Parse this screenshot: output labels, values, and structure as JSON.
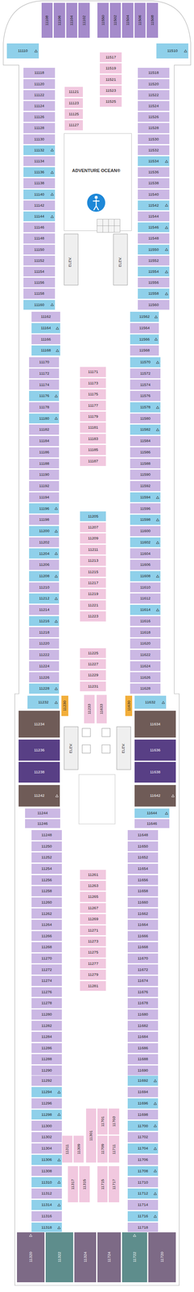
{
  "diagram": {
    "nodes": [
      {
        "text": [
          "11110"
        ]
      },
      {
        "text": [
          "11108"
        ]
      },
      {
        "text": [
          "11106"
        ]
      },
      {
        "text": [
          "11104"
        ]
      },
      {
        "text": [
          "11102"
        ]
      },
      {
        "text": [
          "11550"
        ]
      },
      {
        "text": [
          "11502"
        ]
      },
      {
        "text": [
          "11504"
        ]
      },
      {
        "text": [
          "11506"
        ]
      },
      {
        "text": [
          "11508"
        ]
      },
      {
        "text": [
          "11510"
        ]
      },
      {
        "text": [
          "11118"
        ]
      },
      {
        "text": [
          "11120"
        ]
      },
      {
        "text": [
          "11122"
        ]
      },
      {
        "text": [
          "11124"
        ]
      },
      {
        "text": [
          "11126"
        ]
      },
      {
        "text": [
          "11128"
        ]
      },
      {
        "text": [
          "11130"
        ]
      },
      {
        "text": [
          "11132"
        ]
      },
      {
        "text": [
          "11134"
        ]
      },
      {
        "text": [
          "11136"
        ]
      },
      {
        "text": [
          "11138"
        ]
      },
      {
        "text": [
          "11140"
        ]
      },
      {
        "text": [
          "11142"
        ]
      },
      {
        "text": [
          "11144"
        ]
      },
      {
        "text": [
          "11146"
        ]
      },
      {
        "text": [
          "11148"
        ]
      },
      {
        "text": [
          "11150"
        ]
      },
      {
        "text": [
          "11152"
        ]
      },
      {
        "text": [
          "11154"
        ]
      },
      {
        "text": [
          "11156"
        ]
      },
      {
        "text": [
          "11158"
        ]
      },
      {
        "text": [
          "11160"
        ]
      },
      {
        "text": [
          "11518"
        ]
      },
      {
        "text": [
          "11520"
        ]
      },
      {
        "text": [
          "11522"
        ]
      },
      {
        "text": [
          "11524"
        ]
      },
      {
        "text": [
          "11526"
        ]
      },
      {
        "text": [
          "11528"
        ]
      },
      {
        "text": [
          "11530"
        ]
      },
      {
        "text": [
          "11532"
        ]
      },
      {
        "text": [
          "11534"
        ]
      },
      {
        "text": [
          "11536"
        ]
      },
      {
        "text": [
          "11538"
        ]
      },
      {
        "text": [
          "11540"
        ]
      },
      {
        "text": [
          "11542"
        ]
      },
      {
        "text": [
          "11544"
        ]
      },
      {
        "text": [
          "11546"
        ]
      },
      {
        "text": [
          "11548"
        ]
      },
      {
        "text": [
          "11550"
        ]
      },
      {
        "text": [
          "11552"
        ]
      },
      {
        "text": [
          "11554"
        ]
      },
      {
        "text": [
          "11556"
        ]
      },
      {
        "text": [
          "11558"
        ]
      },
      {
        "text": [
          "11560"
        ]
      },
      {
        "text": [
          "11121"
        ]
      },
      {
        "text": [
          "11123"
        ]
      },
      {
        "text": [
          "11125"
        ]
      },
      {
        "text": [
          "11127"
        ]
      },
      {
        "text": [
          "11517"
        ]
      },
      {
        "text": [
          "11519"
        ]
      },
      {
        "text": [
          "11521"
        ]
      },
      {
        "text": [
          "11523"
        ]
      },
      {
        "text": [
          "11525"
        ]
      },
      {
        "text": [
          "11162"
        ]
      },
      {
        "text": [
          "11164"
        ]
      },
      {
        "text": [
          "11166"
        ]
      },
      {
        "text": [
          "11168"
        ]
      },
      {
        "text": [
          "11562"
        ]
      },
      {
        "text": [
          "11564"
        ]
      },
      {
        "text": [
          "11566"
        ]
      },
      {
        "text": [
          "11568"
        ]
      },
      {
        "text": [
          "11170"
        ]
      },
      {
        "text": [
          "11172"
        ]
      },
      {
        "text": [
          "11174"
        ]
      },
      {
        "text": [
          "11176"
        ]
      },
      {
        "text": [
          "11178"
        ]
      },
      {
        "text": [
          "11180"
        ]
      },
      {
        "text": [
          "11182"
        ]
      },
      {
        "text": [
          "11184"
        ]
      },
      {
        "text": [
          "11186"
        ]
      },
      {
        "text": [
          "11188"
        ]
      },
      {
        "text": [
          "11190"
        ]
      },
      {
        "text": [
          "11192"
        ]
      },
      {
        "text": [
          "11194"
        ]
      },
      {
        "text": [
          "11196"
        ]
      },
      {
        "text": [
          "11198"
        ]
      },
      {
        "text": [
          "11200"
        ]
      },
      {
        "text": [
          "11202"
        ]
      },
      {
        "text": [
          "11204"
        ]
      },
      {
        "text": [
          "11206"
        ]
      },
      {
        "text": [
          "11208"
        ]
      },
      {
        "text": [
          "11210"
        ]
      },
      {
        "text": [
          "11212"
        ]
      },
      {
        "text": [
          "11214"
        ]
      },
      {
        "text": [
          "11216"
        ]
      },
      {
        "text": [
          "11218"
        ]
      },
      {
        "text": [
          "11220"
        ]
      },
      {
        "text": [
          "11222"
        ]
      },
      {
        "text": [
          "11224"
        ]
      },
      {
        "text": [
          "11226"
        ]
      },
      {
        "text": [
          "11228"
        ]
      },
      {
        "text": [
          "11570"
        ]
      },
      {
        "text": [
          "11572"
        ]
      },
      {
        "text": [
          "11574"
        ]
      },
      {
        "text": [
          "11576"
        ]
      },
      {
        "text": [
          "11578"
        ]
      },
      {
        "text": [
          "11580"
        ]
      },
      {
        "text": [
          "11582"
        ]
      },
      {
        "text": [
          "11584"
        ]
      },
      {
        "text": [
          "11586"
        ]
      },
      {
        "text": [
          "11588"
        ]
      },
      {
        "text": [
          "11590"
        ]
      },
      {
        "text": [
          "11592"
        ]
      },
      {
        "text": [
          "11594"
        ]
      },
      {
        "text": [
          "11596"
        ]
      },
      {
        "text": [
          "11598"
        ]
      },
      {
        "text": [
          "11600"
        ]
      },
      {
        "text": [
          "11602"
        ]
      },
      {
        "text": [
          "11604"
        ]
      },
      {
        "text": [
          "11606"
        ]
      },
      {
        "text": [
          "11608"
        ]
      },
      {
        "text": [
          "11610"
        ]
      },
      {
        "text": [
          "11612"
        ]
      },
      {
        "text": [
          "11614"
        ]
      },
      {
        "text": [
          "11616"
        ]
      },
      {
        "text": [
          "11618"
        ]
      },
      {
        "text": [
          "11620"
        ]
      },
      {
        "text": [
          "11622"
        ]
      },
      {
        "text": [
          "11624"
        ]
      },
      {
        "text": [
          "11626"
        ]
      },
      {
        "text": [
          "11628"
        ]
      },
      {
        "text": [
          "11171"
        ]
      },
      {
        "text": [
          "11173"
        ]
      },
      {
        "text": [
          "11175"
        ]
      },
      {
        "text": [
          "11177"
        ]
      },
      {
        "text": [
          "11179"
        ]
      },
      {
        "text": [
          "11181"
        ]
      },
      {
        "text": [
          "11183"
        ]
      },
      {
        "text": [
          "11185"
        ]
      },
      {
        "text": [
          "11187"
        ]
      },
      {
        "text": [
          "11205"
        ]
      },
      {
        "text": [
          "11207"
        ]
      },
      {
        "text": [
          "11209"
        ]
      },
      {
        "text": [
          "11211"
        ]
      },
      {
        "text": [
          "11213"
        ]
      },
      {
        "text": [
          "11215"
        ]
      },
      {
        "text": [
          "11217"
        ]
      },
      {
        "text": [
          "11219"
        ]
      },
      {
        "text": [
          "11221"
        ]
      },
      {
        "text": [
          "11223"
        ]
      },
      {
        "text": [
          "11225"
        ]
      },
      {
        "text": [
          "11227"
        ]
      },
      {
        "text": [
          "11229"
        ]
      },
      {
        "text": [
          "11231"
        ]
      },
      {
        "text": [
          "11232"
        ]
      },
      {
        "text": [
          "11230"
        ]
      },
      {
        "text": [
          "11233"
        ]
      },
      {
        "text": [
          "11633"
        ]
      },
      {
        "text": [
          "11630"
        ]
      },
      {
        "text": [
          "11632"
        ]
      },
      {
        "text": [
          "11234"
        ]
      },
      {
        "text": [
          "11236"
        ]
      },
      {
        "text": [
          "11238"
        ]
      },
      {
        "text": [
          "11242"
        ]
      },
      {
        "text": [
          "11634"
        ]
      },
      {
        "text": [
          "11636"
        ]
      },
      {
        "text": [
          "11638"
        ]
      },
      {
        "text": [
          "11642"
        ]
      },
      {
        "text": [
          "11244"
        ]
      },
      {
        "text": [
          "11246"
        ]
      },
      {
        "text": [
          "11644"
        ]
      },
      {
        "text": [
          "11646"
        ]
      },
      {
        "text": [
          "11248"
        ]
      },
      {
        "text": [
          "11250"
        ]
      },
      {
        "text": [
          "11252"
        ]
      },
      {
        "text": [
          "11254"
        ]
      },
      {
        "text": [
          "11256"
        ]
      },
      {
        "text": [
          "11258"
        ]
      },
      {
        "text": [
          "11260"
        ]
      },
      {
        "text": [
          "11262"
        ]
      },
      {
        "text": [
          "11264"
        ]
      },
      {
        "text": [
          "11266"
        ]
      },
      {
        "text": [
          "11268"
        ]
      },
      {
        "text": [
          "11270"
        ]
      },
      {
        "text": [
          "11272"
        ]
      },
      {
        "text": [
          "11274"
        ]
      },
      {
        "text": [
          "11276"
        ]
      },
      {
        "text": [
          "11278"
        ]
      },
      {
        "text": [
          "11280"
        ]
      },
      {
        "text": [
          "11282"
        ]
      },
      {
        "text": [
          "11284"
        ]
      },
      {
        "text": [
          "11286"
        ]
      },
      {
        "text": [
          "11288"
        ]
      },
      {
        "text": [
          "11290"
        ]
      },
      {
        "text": [
          "11648"
        ]
      },
      {
        "text": [
          "11650"
        ]
      },
      {
        "text": [
          "11652"
        ]
      },
      {
        "text": [
          "11654"
        ]
      },
      {
        "text": [
          "11656"
        ]
      },
      {
        "text": [
          "11658"
        ]
      },
      {
        "text": [
          "11660"
        ]
      },
      {
        "text": [
          "11662"
        ]
      },
      {
        "text": [
          "11664"
        ]
      },
      {
        "text": [
          "11666"
        ]
      },
      {
        "text": [
          "11668"
        ]
      },
      {
        "text": [
          "11670"
        ]
      },
      {
        "text": [
          "11672"
        ]
      },
      {
        "text": [
          "11674"
        ]
      },
      {
        "text": [
          "11676"
        ]
      },
      {
        "text": [
          "11678"
        ]
      },
      {
        "text": [
          "11680"
        ]
      },
      {
        "text": [
          "11682"
        ]
      },
      {
        "text": [
          "11684"
        ]
      },
      {
        "text": [
          "11686"
        ]
      },
      {
        "text": [
          "11688"
        ]
      },
      {
        "text": [
          "11690"
        ]
      },
      {
        "text": [
          "11261"
        ]
      },
      {
        "text": [
          "11263"
        ]
      },
      {
        "text": [
          "11265"
        ]
      },
      {
        "text": [
          "11267"
        ]
      },
      {
        "text": [
          "11269"
        ]
      },
      {
        "text": [
          "11271"
        ]
      },
      {
        "text": [
          "11273"
        ]
      },
      {
        "text": [
          "11275"
        ]
      },
      {
        "text": [
          "11277"
        ]
      },
      {
        "text": [
          "11279"
        ]
      },
      {
        "text": [
          "11281"
        ]
      },
      {
        "text": [
          "11292"
        ]
      },
      {
        "text": [
          "11294"
        ]
      },
      {
        "text": [
          "11296"
        ]
      },
      {
        "text": [
          "11298"
        ]
      },
      {
        "text": [
          "11300"
        ]
      },
      {
        "text": [
          "11302"
        ]
      },
      {
        "text": [
          "11304"
        ]
      },
      {
        "text": [
          "11306"
        ]
      },
      {
        "text": [
          "11308"
        ]
      },
      {
        "text": [
          "11310"
        ]
      },
      {
        "text": [
          "11312"
        ]
      },
      {
        "text": [
          "11314"
        ]
      },
      {
        "text": [
          "11316"
        ]
      },
      {
        "text": [
          "11318"
        ]
      },
      {
        "text": [
          "11692"
        ]
      },
      {
        "text": [
          "11694"
        ]
      },
      {
        "text": [
          "11696"
        ]
      },
      {
        "text": [
          "11698"
        ]
      },
      {
        "text": [
          "11700"
        ]
      },
      {
        "text": [
          "11702"
        ]
      },
      {
        "text": [
          "11704"
        ]
      },
      {
        "text": [
          "11706"
        ]
      },
      {
        "text": [
          "11708"
        ]
      },
      {
        "text": [
          "11710"
        ]
      },
      {
        "text": [
          "11712"
        ]
      },
      {
        "text": [
          "11714"
        ]
      },
      {
        "text": [
          "11716"
        ]
      },
      {
        "text": [
          "11718"
        ]
      },
      {
        "text": [
          "11311"
        ]
      },
      {
        "text": [
          "11309"
        ]
      },
      {
        "text": [
          "11301"
        ]
      },
      {
        "text": [
          "11701"
        ]
      },
      {
        "text": [
          "11709"
        ]
      },
      {
        "text": [
          "11703"
        ]
      },
      {
        "text": [
          "11711"
        ]
      },
      {
        "text": [
          "11317"
        ]
      },
      {
        "text": [
          "11315"
        ]
      },
      {
        "text": [
          "11715"
        ]
      },
      {
        "text": [
          "11717"
        ]
      },
      {
        "text": [
          "11320"
        ]
      },
      {
        "text": [
          "11322"
        ]
      },
      {
        "text": [
          "11324"
        ]
      },
      {
        "text": [
          "11724"
        ]
      },
      {
        "text": [
          "11722"
        ]
      },
      {
        "text": [
          "11720"
        ]
      }
    ],
    "labels": [
      "ADVENTURE OCEAN®",
      "ELEV.",
      "ELEV.",
      "ELEV.",
      "ELEV."
    ]
  }
}
